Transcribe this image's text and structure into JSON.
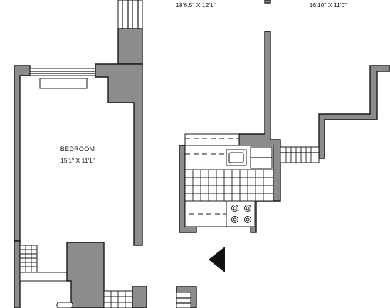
{
  "rooms": {
    "bedroom": {
      "name": "BEDROOM",
      "dims": "15'1\" X 11'1\""
    },
    "living": {
      "dims": "18'6.5\" X 12'1\""
    },
    "dining": {
      "dims": "16'10\" X 11'0\""
    }
  },
  "colors": {
    "wall": "#8c8c8c",
    "line": "#1a1a1a",
    "background": "#ffffff"
  },
  "icons": {
    "entry": "entry-arrow-icon"
  }
}
